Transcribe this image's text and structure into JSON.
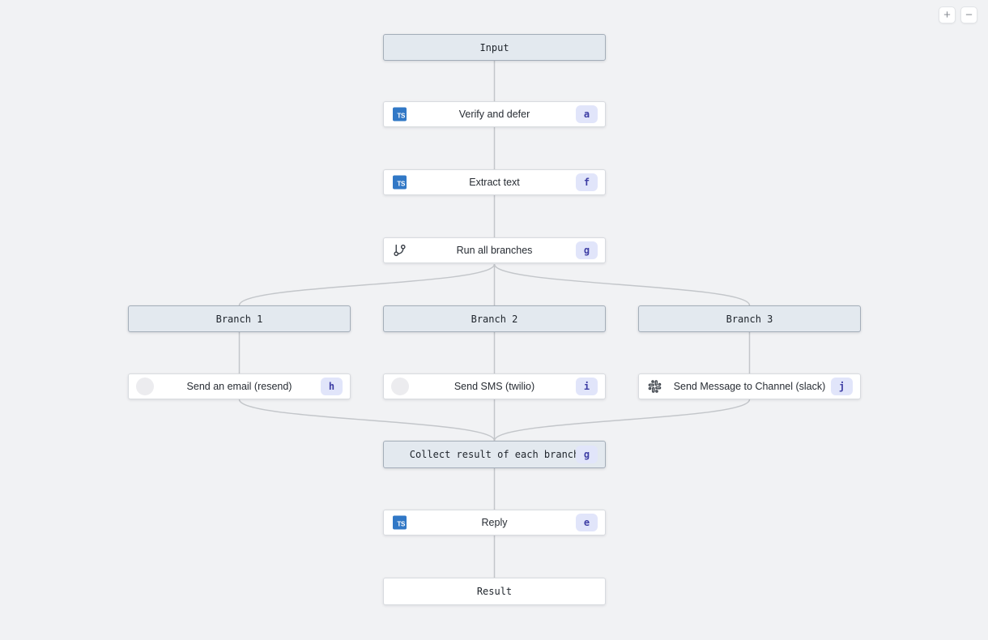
{
  "controls": {
    "zoom_in": "+",
    "zoom_out": "−"
  },
  "icons": {
    "typescript": "TS"
  },
  "nodes": {
    "input": {
      "label": "Input"
    },
    "verify": {
      "label": "Verify and defer",
      "badge": "a"
    },
    "extract": {
      "label": "Extract text",
      "badge": "f"
    },
    "run_branches": {
      "label": "Run all branches",
      "badge": "g"
    },
    "branch1": {
      "label": "Branch 1"
    },
    "branch2": {
      "label": "Branch 2"
    },
    "branch3": {
      "label": "Branch 3"
    },
    "send_email": {
      "label": "Send an email (resend)",
      "badge": "h"
    },
    "send_sms": {
      "label": "Send SMS (twilio)",
      "badge": "i"
    },
    "send_slack": {
      "label": "Send Message to Channel (slack)",
      "badge": "j"
    },
    "collect": {
      "label": "Collect result of each branch",
      "badge": "g"
    },
    "reply": {
      "label": "Reply",
      "badge": "e"
    },
    "result": {
      "label": "Result"
    }
  },
  "colors": {
    "background": "#f1f2f4",
    "group_node_fill": "#e3e9ef",
    "group_node_border": "#a4aeb9",
    "step_node_fill": "#ffffff",
    "step_node_border": "#d8dbdf",
    "badge_fill": "#e1e5fa",
    "badge_text": "#3d3da4",
    "edge": "#c3c6ca",
    "typescript_blue": "#3178c6"
  }
}
